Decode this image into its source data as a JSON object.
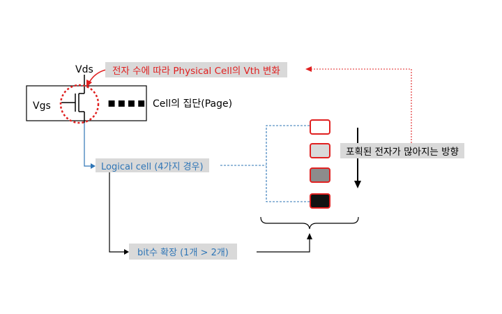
{
  "labels": {
    "vds": "Vds",
    "vgs": "Vgs",
    "cell_group": "Cell의 집단(Page)",
    "ellipsis": "▪▪▪▪",
    "vth_note": "전자 수에 따라 Physical Cell의 Vth 변화",
    "logical_cell": "Logical cell  (4가지 경우)",
    "bit_extension": "bit수 확장 (1개 > 2개)",
    "direction_note": "포획된 전자가 많아지는 방향"
  },
  "cell_states": [
    {
      "fill": "#ffffff"
    },
    {
      "fill": "#d9d9d9"
    },
    {
      "fill": "#8c8c8c"
    },
    {
      "fill": "#111111"
    }
  ],
  "colors": {
    "highlight_red": "#e02020",
    "logical_blue": "#2e75b6",
    "label_box": "#d9d9d9"
  }
}
